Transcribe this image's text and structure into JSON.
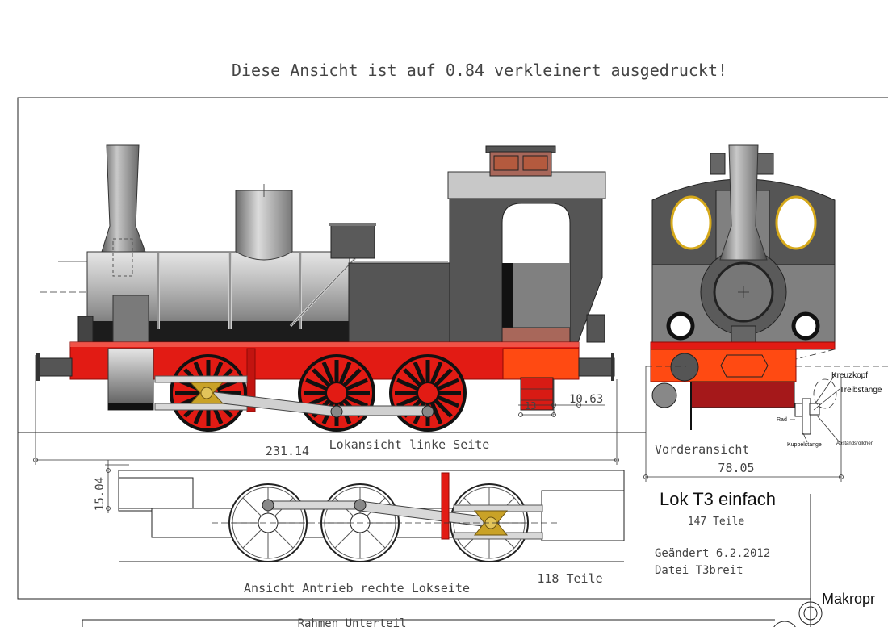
{
  "header_note": "Diese Ansicht ist auf 0.84 verkleinert ausgedruckt!",
  "views": {
    "left_side": "Lokansicht linke Seite",
    "front": "Vorderansicht",
    "drive_right": "Ansicht Antrieb rechte Lokseite",
    "frame_lower": "Rahmen Unterteil"
  },
  "dimensions": {
    "length": "231.14",
    "front_width": "78.05",
    "buffer_height": "10.63",
    "small": "13",
    "frame_height": "15.04"
  },
  "parts_drive": "118 Teile",
  "title_block": {
    "title": "Lok T3 einfach",
    "parts": "147 Teile",
    "changed": "Geändert 6.2.2012",
    "file": "Datei T3breit",
    "brand": "Makropr"
  },
  "callouts": {
    "crosshead": "Kreuzkopf",
    "main_rod": "Treibstange",
    "wheel": "Rad",
    "coupling_rod": "Kuppelstange",
    "spacer": "Abstandsröllchen"
  },
  "colors": {
    "frame_red": "#e21b14",
    "front_orange": "#ff4a12",
    "cab_dark": "#555555",
    "roof_grey": "#c8c8c8",
    "crosshead_gold": "#c9a227",
    "window_gold": "#d6a91a",
    "bunker_brown": "#a8675a"
  }
}
